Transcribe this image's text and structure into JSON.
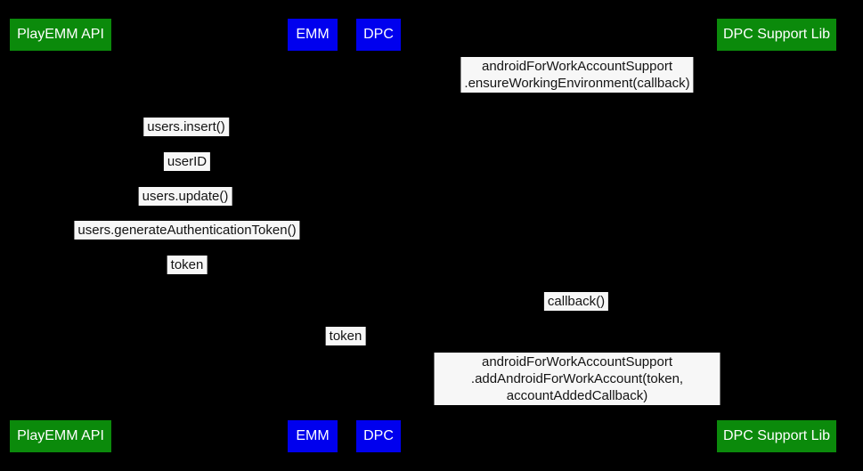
{
  "diagram_type": "sequence-diagram",
  "colors": {
    "background": "#000000",
    "actor_green": "#0b8a0b",
    "actor_blue": "#0000ee",
    "actor_text": "#ffffff",
    "message_bg": "#f7f7f7",
    "message_text": "#141414"
  },
  "actors": {
    "playemm_api": "PlayEMM API",
    "emm": "EMM",
    "dpc": "DPC",
    "dpc_support_lib": "DPC Support Lib"
  },
  "messages": {
    "ensure_working_environment": "androidForWorkAccountSupport\n.ensureWorkingEnvironment(callback)",
    "users_insert": "users.insert()",
    "user_id": "userID",
    "users_update": "users.update()",
    "users_generate_authentication_token": "users.generateAuthenticationToken()",
    "token_to_emm": "token",
    "callback": "callback()",
    "token_to_dpc": "token",
    "add_android_for_work_account": "androidForWorkAccountSupport\n.addAndroidForWorkAccount(token, accountAddedCallback)"
  }
}
